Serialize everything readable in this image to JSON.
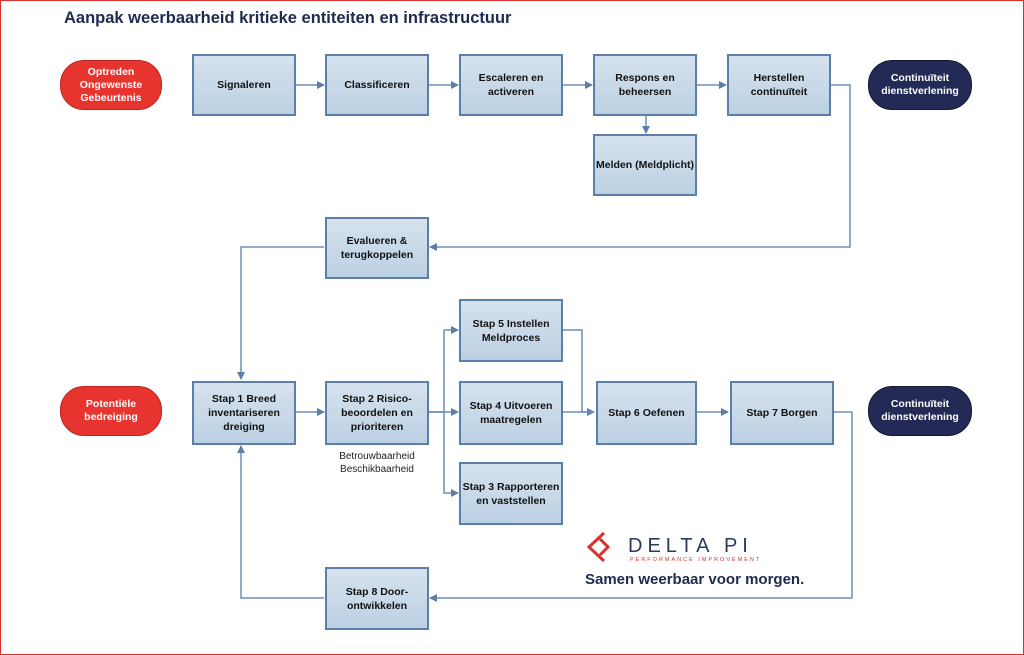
{
  "title": "Aanpak weerbaarheid kritieke entiteiten en infrastructuur",
  "top_flow": {
    "start": "Optreden Ongewenste Gebeurtenis",
    "steps": [
      "Signaleren",
      "Classificeren",
      "Escaleren en activeren",
      "Respons en beheersen",
      "Herstellen continuïteit"
    ],
    "branch": "Melden (Meldplicht)",
    "end": "Continuïteit dienstverlening"
  },
  "feedback": "Evalueren & terugkoppelen",
  "bottom_flow": {
    "start": "Potentiële bedreiging",
    "stap1": "Stap 1 Breed inventariseren dreiging",
    "stap2": "Stap 2 Risico- beoordelen en prioriteren",
    "stap2_notes": [
      "Betrouwbaarheid",
      "Beschikbaarheid"
    ],
    "stap3": "Stap 3 Rapporteren en vaststellen",
    "stap4": "Stap 4 Uitvoeren maatregelen",
    "stap5": "Stap 5 Instellen Meldproces",
    "stap6": "Stap 6 Oefenen",
    "stap7": "Stap 7 Borgen",
    "stap8": "Stap 8 Door- ontwikkelen",
    "end": "Continuïteit dienstverlening"
  },
  "brand": {
    "name": "DELTA PI",
    "tagline": "PERFORMANCE IMPROVEMENT",
    "slogan": "Samen weerbaar voor morgen."
  },
  "colors": {
    "accent_red": "#e8342e",
    "navy": "#232a55",
    "box_fill": "#c8d8e8",
    "box_border": "#5b7fa6",
    "line": "#6a8fb5"
  }
}
